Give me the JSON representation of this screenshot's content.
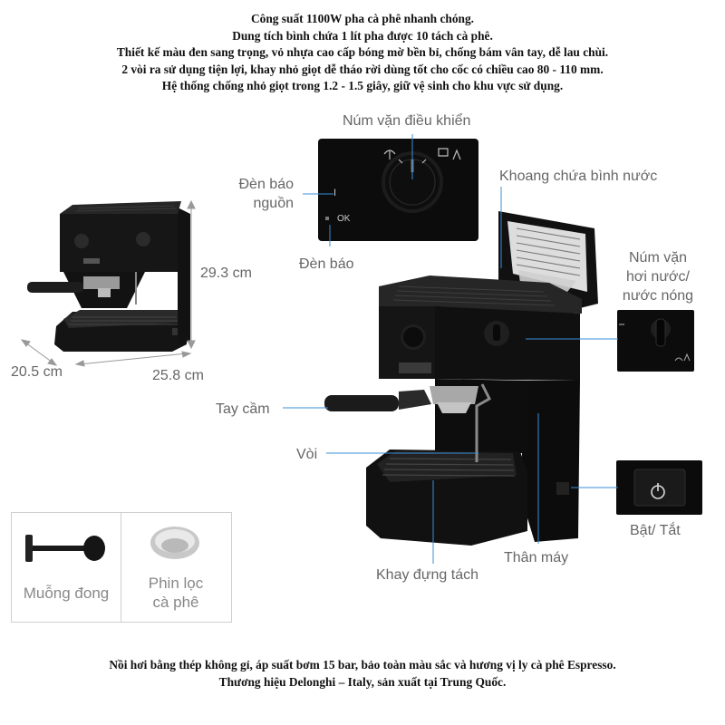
{
  "header": {
    "lines": [
      "Công suất 1100W pha cà phê nhanh chóng.",
      "Dung tích bình chứa 1 lít pha được 10 tách cà phê.",
      "Thiết kế màu đen sang trọng, vỏ nhựa cao cấp bóng mờ bền bỉ, chống bám vân tay, dễ lau chùi.",
      "2 vòi ra sử dụng tiện lợi, khay nhỏ giọt dễ tháo rời dùng tốt cho cốc có chiều cao 80 - 110 mm.",
      "Hệ thống chống nhỏ giọt trong 1.2 - 1.5 giây, giữ vệ sinh cho khu vực sử dụng."
    ]
  },
  "dimensions": {
    "height": "29.3 cm",
    "depth": "20.5 cm",
    "width": "25.8 cm"
  },
  "labels": {
    "control_knob": "Núm vặn điều khiển",
    "power_light_line1": "Đèn báo",
    "power_light_line2": "nguồn",
    "indicator_light": "Đèn báo",
    "water_tank": "Khoang chứa bình nước",
    "steam_knob_line1": "Núm vặn",
    "steam_knob_line2": "hơi nước/",
    "steam_knob_line3": "nước nóng",
    "handle": "Tay cầm",
    "spout": "Vòi",
    "on_off": "Bật/ Tắt",
    "body": "Thân máy",
    "cup_tray": "Khay đựng tách"
  },
  "panel_marks": {
    "power": "I",
    "ok": "OK"
  },
  "accessories": {
    "tamper": "Muỗng đong",
    "filter_line1": "Phin lọc",
    "filter_line2": "cà phê"
  },
  "footer": {
    "lines": [
      "Nồi hơi bằng thép không gỉ, áp suất bơm 15 bar, bảo toàn màu sắc và hương vị ly cà phê Espresso.",
      "Thương hiệu Delonghi – Italy, sản xuất tại Trung Quốc."
    ]
  },
  "colors": {
    "callout_line": "#3b8fd6",
    "machine": "#111111",
    "label_text": "#666666"
  }
}
